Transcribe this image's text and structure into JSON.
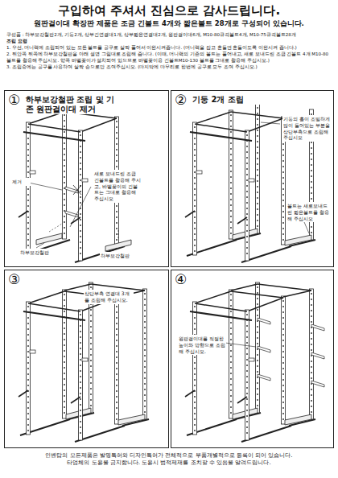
{
  "diagram": {
    "title": "구입하여 주셔서 진심으로 감사드립니다.",
    "nodes": [
      {
        "text": [
          "①",
          "하부보강철판 조립 및 기존 원판걸이대 제거"
        ]
      },
      {
        "text": [
          "②",
          "기둥 2개 조립"
        ]
      },
      {
        "text": [
          "③"
        ]
      },
      {
        "text": [
          "④"
        ]
      }
    ],
    "labels": [
      "원판걸이대 확장판 제품은 조금 긴볼트 4개와 짧은볼트 28개로 구성되어 있습니다.",
      "구성품 : 하부보강철판2개, 기둥2개, 상부긴연결대1개, 상부짧은연결대2개, 원판걸이대6개, M10-80규격볼트4개, M10-75규격볼트28개",
      "조립 요령",
      "1. 우선, 머니랙에 조립되어 있는 모든 볼트를 공구로 살짝 풀어서 이완시켜줍니다. (머니랙을 잡고 흔들면 흔들이도록 이완시켜 줍니다.)",
      "2. 뒤안쪽 뒤쪽에 하부보강철판을 아래 설명 그림대로 조립해 줍니다. (이때, 머니랙의 기존의 볼트는 풀어내고, 새로 보내드린 조금 긴볼트 4개 M10-80볼트를 활용해 주십시오. 양쪽 바벨꽂이가 설치되어 있으므로 바벨꽂이용 긴볼트M10-130 볼트를 그대로 활용해 주십시오.)",
      "3. 조립중에는 공구를 사용하여 살짝 손으로만 조여주십시오. (마지막에 마무리로 한번에 공구로 모두 조여 주십시오.)",
      "새로 보내드린 조금 긴볼트를 활용해 주시고, 바벨꽂이의 긴볼트는 그대로 활용해 주십시오",
      "제거",
      "하부보강철판",
      "하부보강철판",
      "기둥의 홀이 조밀하게 많이 들어있는 부분을 상단부측으로 조립해 주십시오",
      "볼트는 새로보내드린 짧은볼트를 활용해 주십시오",
      "상단부측 연결대 3개를 조립해 주십시오.",
      "원판걸이대를 적절한 높이와 방향으로 조립해 주십시오.",
      "인벤탑의 모든제품은 발명특허와 디자인특허가 전체적으로 부품개별적으로 등록이 되어 있습니다.",
      "타업체의 도용을 금지합니다. 도용시 법적제재를 조치할 수 있음을 알려드립니다."
    ]
  }
}
